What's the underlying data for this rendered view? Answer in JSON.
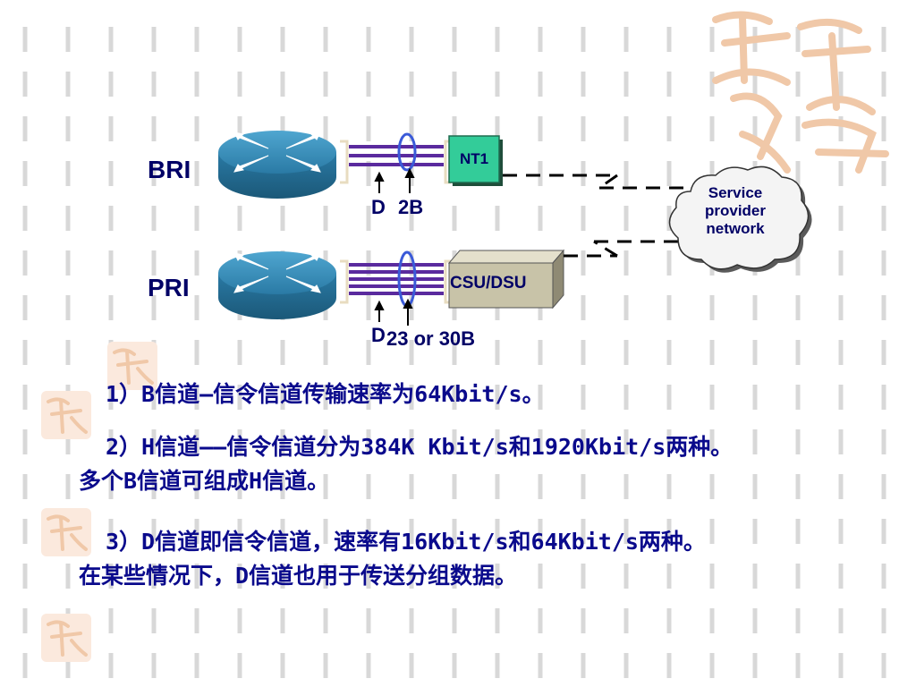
{
  "diagram": {
    "bri_label": "BRI",
    "pri_label": "PRI",
    "nt1_label": "NT1",
    "csu_label": "CSU/DSU",
    "bri_d_label": "D",
    "bri_b_label": "2B",
    "pri_d_label": "D",
    "pri_b_label": "23 or 30B",
    "cloud_lines": [
      "Service",
      "provider",
      "network"
    ]
  },
  "text": {
    "p1": "1）B信道—信令信道传输速率为64Kbit/s。",
    "p2_line1": "2）H信道——信令信道分为384K Kbit/s和1920Kbit/s两种。",
    "p2_line2": "多个B信道可组成H信道。",
    "p3_line1": "3）D信道即信令信道，速率有16Kbit/s和64Kbit/s两种。",
    "p3_line2": "在某些情况下，D信道也用于传送分组数据。"
  },
  "colors": {
    "text": "#0a0a8c",
    "router": "#2e7fa8",
    "channel": "#5a2a9e",
    "nt1": "#33cc99",
    "csu": "#c8c3a8",
    "pattern": "#d8d8d8",
    "seal": "#f0c8a8"
  }
}
